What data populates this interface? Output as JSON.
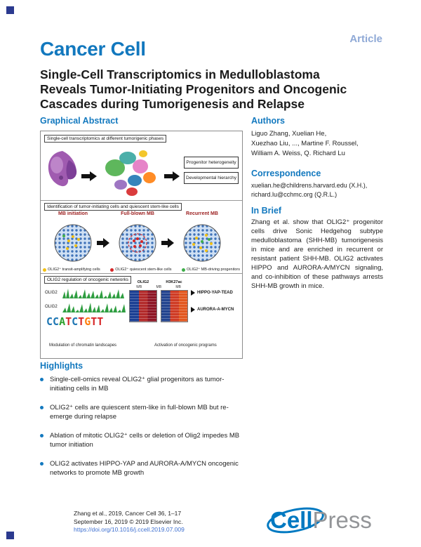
{
  "colors": {
    "journal_blue": "#1278be",
    "heading_blue": "#1379bf",
    "article_label_blue": "#8fa9d6",
    "stage_label_red": "#9c1f1f",
    "doi_link_blue": "#3d6fd0",
    "logo_cell_blue": "#0079c1",
    "logo_press_gray": "#939598",
    "legend_dot_yellow": "#f2c014",
    "legend_dot_red": "#d62728",
    "legend_dot_green": "#3fae49"
  },
  "header": {
    "article_label": "Article",
    "journal_name": "Cancer Cell",
    "title_lines": [
      "Single-Cell Transcriptomics in Medulloblastoma",
      "Reveals Tumor-Initiating Progenitors and Oncogenic",
      "Cascades during Tumorigenesis and Relapse"
    ]
  },
  "graphical_abstract": {
    "heading": "Graphical Abstract",
    "phase_panel": {
      "label": "Single-cell transcriptomics at different tumorigenic phases",
      "outcome_box1": "Progenitor heterogeneity",
      "outcome_box2": "Developmental hierarchy"
    },
    "identification_panel": {
      "label": "Identification of tumor-initiating cells and quiescent stem-like cells",
      "stages": [
        "MB initiation",
        "Full-blown MB",
        "Recurrent MB"
      ],
      "legend": [
        "OLIG2⁺ transit-amplifying cells",
        "OLIG2⁺ quiescent stem-like cells",
        "OLIG2⁺ MB-driving progenitors"
      ]
    },
    "regulation_panel": {
      "label": "OLIG2 regulation of oncogenic networks",
      "track_labels": [
        "OLIG2",
        "OLIG2"
      ],
      "motif_letters": [
        "C",
        "C",
        "A",
        "T",
        "C",
        "T",
        "G",
        "T",
        "T"
      ],
      "motif_styles": [
        "color:#1f77b4",
        "color:#1f77b4",
        "color:#2ca02c",
        "color:#d62728",
        "color:#1f77b4",
        "color:#d62728",
        "color:#ff7f0e",
        "color:#d62728",
        "color:#d62728"
      ],
      "heatmap_labels": [
        "OLIG2",
        "H3K27ac"
      ],
      "heatmap_columns": [
        "WB",
        "MB",
        "MB"
      ],
      "pathways": [
        "HIPPO-YAP-TEAD",
        "AURORA-A-MYCN"
      ],
      "caption_left": "Modulation of chromatin landscapes",
      "caption_right": "Activation of oncogenic programs"
    }
  },
  "authors": {
    "heading": "Authors",
    "lines": [
      "Liguo Zhang, Xuelian He,",
      "Xuezhao Liu, ..., Martine F. Roussel,",
      "William A. Weiss, Q. Richard Lu"
    ]
  },
  "correspondence": {
    "heading": "Correspondence",
    "lines": [
      "xuelian.he@childrens.harvard.edu (X.H.),",
      "richard.lu@cchmc.org (Q.R.L.)"
    ]
  },
  "in_brief": {
    "heading": "In Brief",
    "text": "Zhang et al. show that OLIG2⁺ progenitor cells drive Sonic Hedgehog subtype medulloblastoma (SHH-MB) tumorigenesis in mice and are enriched in recurrent or resistant patient SHH-MB. OLIG2 activates HIPPO and AURORA-A/MYCN signaling, and co-inhibition of these pathways arrests SHH-MB growth in mice."
  },
  "highlights": {
    "heading": "Highlights",
    "items": [
      "Single-cell-omics reveal OLIG2⁺ glial progenitors as tumor-initiating cells in MB",
      "OLIG2⁺ cells are quiescent stem-like in full-blown MB but re-emerge during relapse",
      "Ablation of mitotic OLIG2⁺ cells or deletion of Olig2 impedes MB tumor initiation",
      "OLIG2 activates HIPPO-YAP and AURORA-A/MYCN oncogenic networks to promote MB growth"
    ]
  },
  "footer": {
    "citation_line1": "Zhang et al., 2019, Cancer Cell 36, 1–17",
    "citation_line2": "September 16, 2019 © 2019 Elsevier Inc.",
    "doi": "https://doi.org/10.1016/j.ccell.2019.07.009",
    "logo": {
      "cell": "Cell",
      "press": "Press"
    }
  }
}
